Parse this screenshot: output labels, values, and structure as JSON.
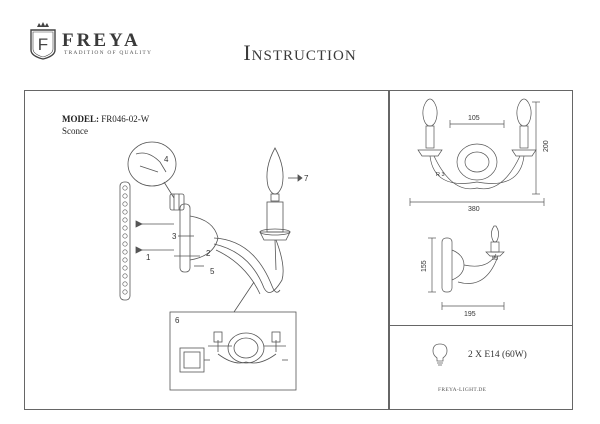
{
  "brand": {
    "name": "FREYA",
    "tagline": "TRADITION OF QUALITY",
    "footer": "FREYA-LIGHT.DE"
  },
  "page": {
    "title": "Instruction"
  },
  "product": {
    "model_label": "MODEL:",
    "model_value": "FR046-02-W",
    "type": "Sconce"
  },
  "callouts": {
    "n1": "1",
    "n2": "2",
    "n3": "3",
    "n4": "4",
    "n5": "5",
    "n6": "6",
    "n7": "7"
  },
  "dimensions": {
    "width_top": "105",
    "width_full": "380",
    "height": "200",
    "depth": "195",
    "height_side": "155",
    "small": "95",
    "radius": "R 3"
  },
  "spec": {
    "lamps": "2 X E14 (60W)"
  },
  "colors": {
    "line": "#555555",
    "text": "#333333"
  }
}
